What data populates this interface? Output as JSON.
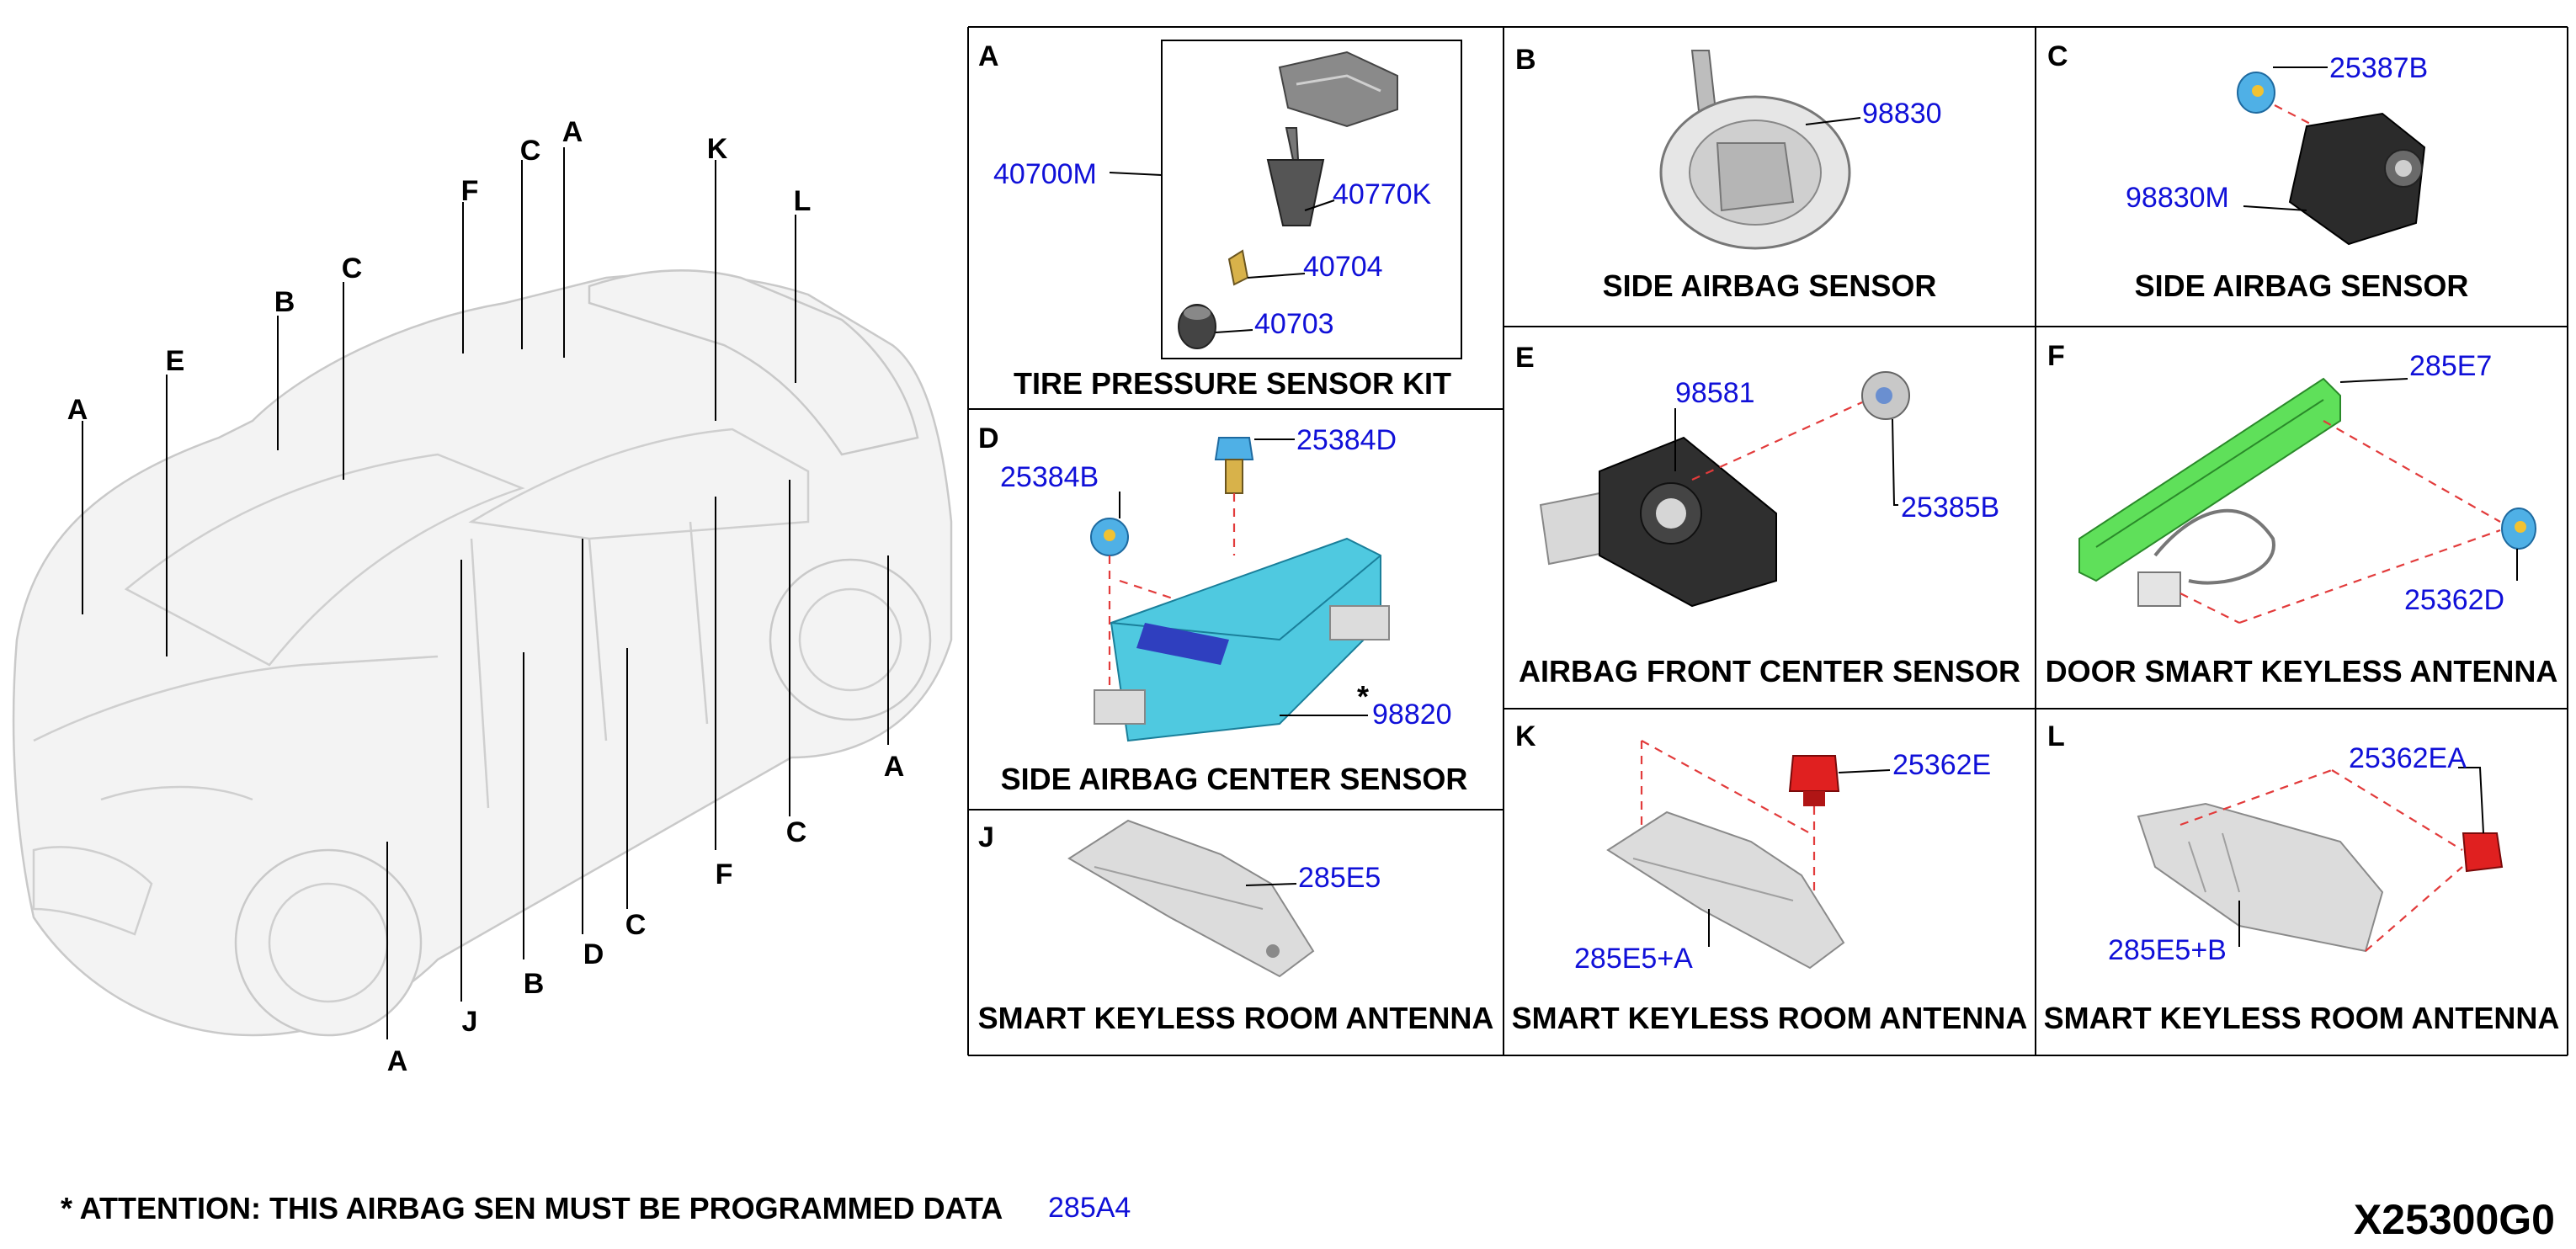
{
  "diagram_code": "X25300G0",
  "attention_note": "* ATTENTION: THIS AIRBAG SEN MUST BE PROGRAMMED DATA",
  "attention_ref": "285A4",
  "asterisk": "*",
  "car_callouts": {
    "a1": "A",
    "a2": "A",
    "a3": "A",
    "a4": "A",
    "b1": "B",
    "b2": "B",
    "c1": "C",
    "c2": "C",
    "c3": "C",
    "c4": "C",
    "d1": "D",
    "e1": "E",
    "f1": "F",
    "f2": "F",
    "j1": "J",
    "k1": "K",
    "l1": "L"
  },
  "panels": {
    "A": {
      "letter": "A",
      "title": "TIRE PRESSURE SENSOR KIT",
      "parts": [
        "40700M",
        "40770K",
        "40704",
        "40703"
      ]
    },
    "B": {
      "letter": "B",
      "title": "SIDE AIRBAG SENSOR",
      "parts": [
        "98830"
      ]
    },
    "C": {
      "letter": "C",
      "title": "SIDE AIRBAG SENSOR",
      "parts": [
        "25387B",
        "98830M"
      ]
    },
    "D": {
      "letter": "D",
      "title": "SIDE AIRBAG CENTER SENSOR",
      "parts": [
        "25384B",
        "25384D",
        "98820"
      ]
    },
    "E": {
      "letter": "E",
      "title": "AIRBAG FRONT CENTER SENSOR",
      "parts": [
        "98581",
        "25385B"
      ]
    },
    "F": {
      "letter": "F",
      "title": "DOOR SMART KEYLESS ANTENNA",
      "parts": [
        "285E7",
        "25362D"
      ]
    },
    "J": {
      "letter": "J",
      "title": "SMART KEYLESS ROOM ANTENNA",
      "parts": [
        "285E5"
      ]
    },
    "K": {
      "letter": "K",
      "title": "SMART KEYLESS ROOM ANTENNA",
      "parts": [
        "25362E",
        "285E5+A"
      ]
    },
    "L": {
      "letter": "L",
      "title": "SMART KEYLESS ROOM ANTENNA",
      "parts": [
        "25362EA",
        "285E5+B"
      ]
    }
  },
  "colors": {
    "part_number": "#1010d8",
    "leader_dash": "#e23b3b",
    "sensor_cyan": "#4fc9e0",
    "antenna_green": "#5fe05a",
    "clip_red": "#e02020",
    "car_outline": "#c9c9c9"
  },
  "icons": {
    "tpms_sensor": "tire-pressure-sensor-icon",
    "airbag_sensor": "airbag-sensor-icon",
    "antenna": "antenna-icon",
    "clip": "clip-icon"
  }
}
